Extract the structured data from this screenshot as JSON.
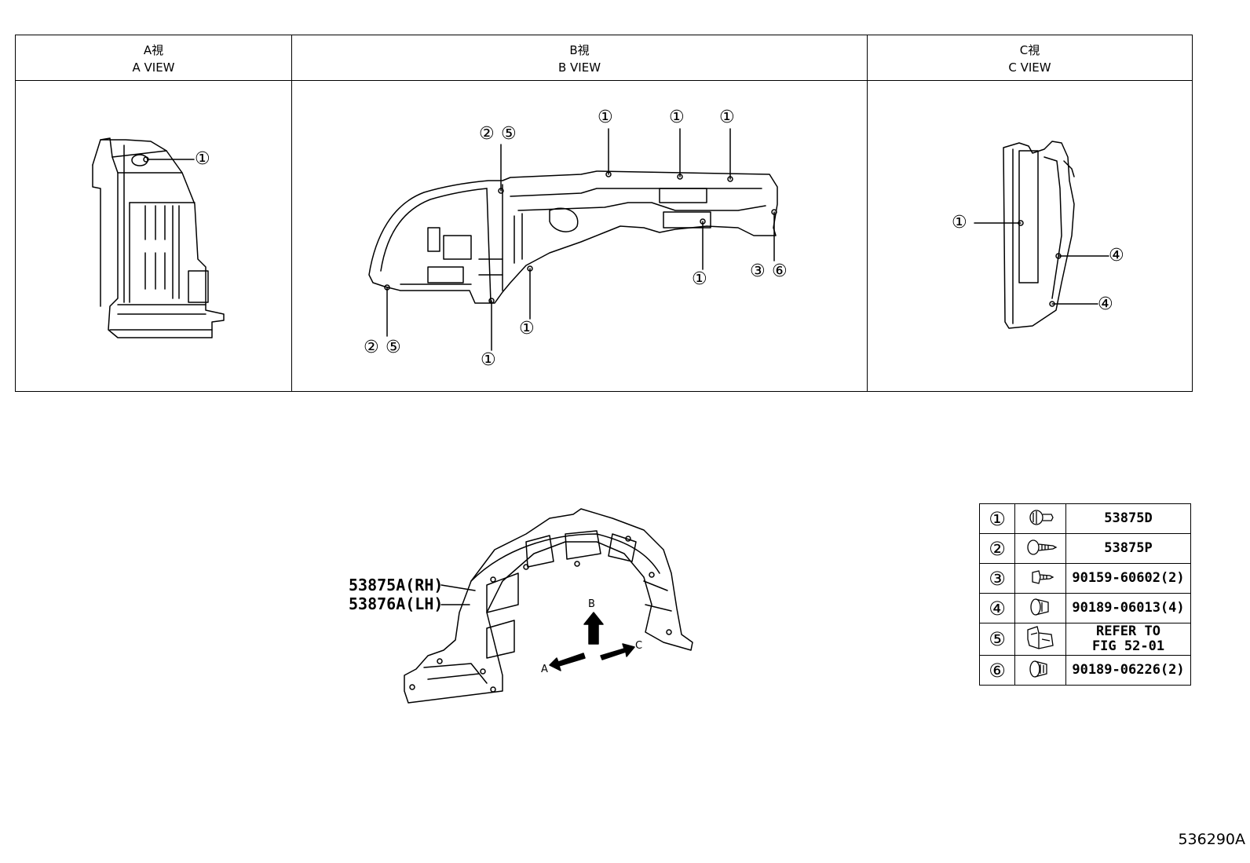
{
  "views": [
    {
      "jp": "A視",
      "en": "A VIEW"
    },
    {
      "jp": "B視",
      "en": "B VIEW"
    },
    {
      "jp": "C視",
      "en": "C VIEW"
    }
  ],
  "callouts": {
    "c1": "①",
    "c2": "②",
    "c3": "③",
    "c4": "④",
    "c5": "⑤",
    "c6": "⑥"
  },
  "main_part": {
    "rh": "53875A(RH)",
    "lh": "53876A(LH)"
  },
  "direction_arrows": {
    "a": "A",
    "b": "B",
    "c": "C"
  },
  "legend": [
    {
      "num": "①",
      "icon": "clip-icon",
      "part": "53875D"
    },
    {
      "num": "②",
      "icon": "screw-icon",
      "part": "53875P"
    },
    {
      "num": "③",
      "icon": "bolt-icon",
      "part": "90159-60602(2)"
    },
    {
      "num": "④",
      "icon": "grommet-icon",
      "part": "90189-06013(4)"
    },
    {
      "num": "⑤",
      "icon": "nut-clip-icon",
      "part_line1": "REFER TO",
      "part_line2": "FIG 52-01"
    },
    {
      "num": "⑥",
      "icon": "rivet-icon",
      "part": "90189-06226(2)"
    }
  ],
  "figure_id": "536290A"
}
